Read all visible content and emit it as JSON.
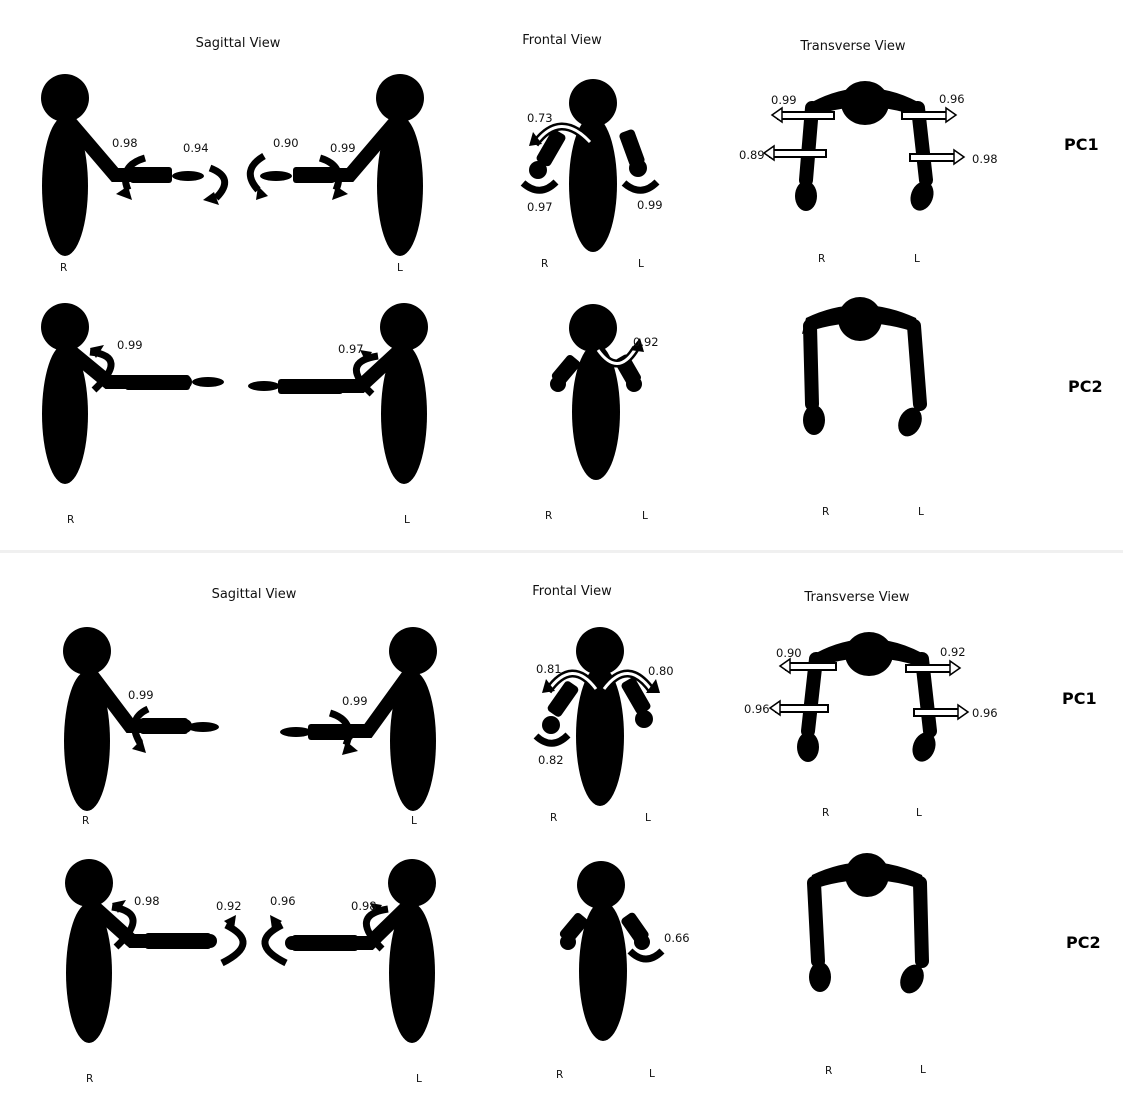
{
  "panels": [
    {
      "views": {
        "sagittal": "Sagittal View",
        "frontal": "Frontal View",
        "transverse": "Transverse View"
      },
      "pc1": {
        "label": "PC1",
        "sagittal": [
          "0.98",
          "0.94",
          "0.90",
          "0.99"
        ],
        "frontal": [
          "0.73",
          "0.97",
          "0.99"
        ],
        "transverse": [
          "0.99",
          "0.96",
          "0.89",
          "0.98"
        ]
      },
      "pc2": {
        "label": "PC2",
        "sagittal": [
          "0.99",
          "0.97"
        ],
        "frontal": [
          "0.92"
        ]
      },
      "side_r": "R",
      "side_l": "L"
    },
    {
      "views": {
        "sagittal": "Sagittal View",
        "frontal": "Frontal View",
        "transverse": "Transverse View"
      },
      "pc1": {
        "label": "PC1",
        "sagittal": [
          "0.99",
          "0.99"
        ],
        "frontal": [
          "0.81",
          "0.80",
          "0.82"
        ],
        "transverse": [
          "0.90",
          "0.92",
          "0.96",
          "0.96"
        ]
      },
      "pc2": {
        "label": "PC2",
        "sagittal": [
          "0.98",
          "0.92",
          "0.96",
          "0.98"
        ],
        "frontal": [
          "0.66"
        ]
      },
      "side_r": "R",
      "side_l": "L"
    }
  ]
}
